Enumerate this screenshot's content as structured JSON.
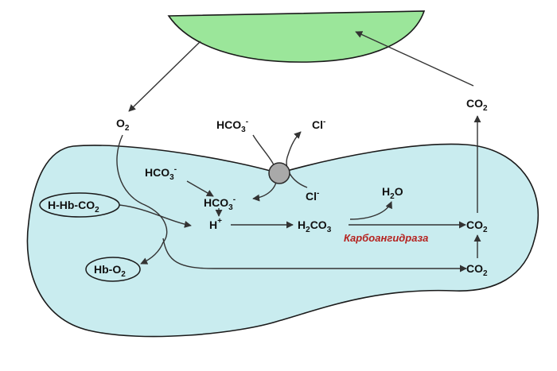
{
  "colors": {
    "cell_fill": "#c9ecef",
    "alveolus_fill": "#9be69a",
    "channel_fill": "#a9a9a9",
    "enzyme_text": "#b5221f"
  },
  "labels": {
    "o2_top": {
      "main": "O",
      "sub": "2"
    },
    "hco3_outside": {
      "main": "HCO",
      "sub": "3",
      "sup": "-"
    },
    "cl_outside": {
      "main": "Cl",
      "sup": "-"
    },
    "co2_top": {
      "main": "CO",
      "sub": "2"
    },
    "hco3_inside": {
      "main": "HCO",
      "sub": "3",
      "sup": "-"
    },
    "hco3_center": {
      "main": "HCO",
      "sub": "3",
      "sup": "-"
    },
    "cl_inside": {
      "main": "Cl",
      "sup": "-"
    },
    "h_hb_co2": {
      "main": "H-Hb-CO",
      "sub": "2"
    },
    "h_plus": {
      "main": "H",
      "sup": "+"
    },
    "h2co3": {
      "pre": "H",
      "sub1": "2",
      "main": "CO",
      "sub": "3"
    },
    "h2o": {
      "pre": "H",
      "sub1": "2",
      "main": "O"
    },
    "co2_mid": {
      "main": "CO",
      "sub": "2"
    },
    "enzyme": "Карбоангидраза",
    "hb_o2": {
      "main": "Hb-O",
      "sub": "2"
    },
    "co2_bottom": {
      "main": "CO",
      "sub": "2"
    }
  }
}
